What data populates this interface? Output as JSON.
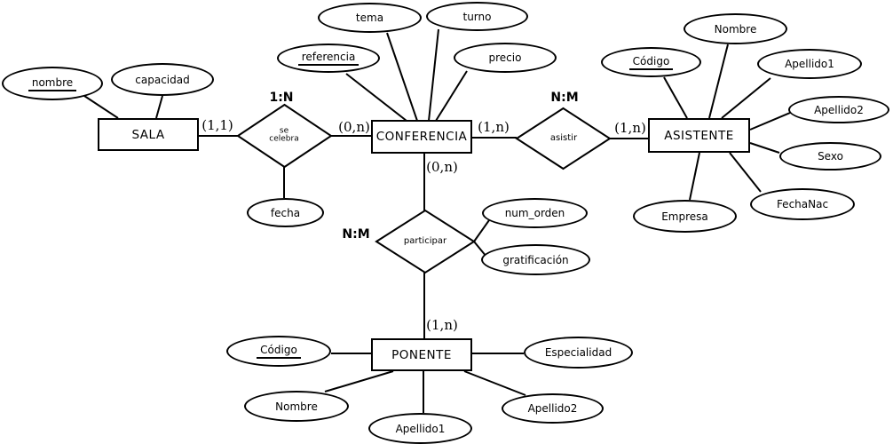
{
  "diagram": {
    "background_color": "#ffffff",
    "line_color": "#000000",
    "entities": [
      {
        "id": "sala",
        "label": "SALA"
      },
      {
        "id": "conferencia",
        "label": "CONFERENCIA"
      },
      {
        "id": "asistente",
        "label": "ASISTENTE"
      },
      {
        "id": "ponente",
        "label": "PONENTE"
      }
    ],
    "relationships": [
      {
        "id": "se-celebra",
        "label": "se celebra",
        "label_line1": "se",
        "label_line2": "celebra",
        "type_label": "1:N"
      },
      {
        "id": "asistir",
        "label": "asistir",
        "type_label": "N:M"
      },
      {
        "id": "participar",
        "label": "participar",
        "type_label": "N:M"
      }
    ],
    "attributes": [
      {
        "id": "sala-nombre",
        "label": "nombre",
        "key": true,
        "owner": "SALA"
      },
      {
        "id": "sala-capacidad",
        "label": "capacidad",
        "key": false,
        "owner": "SALA"
      },
      {
        "id": "se-celebra-fecha",
        "label": "fecha",
        "key": false,
        "owner": "se celebra"
      },
      {
        "id": "conferencia-referencia",
        "label": "referencia",
        "key": true,
        "owner": "CONFERENCIA"
      },
      {
        "id": "conferencia-tema",
        "label": "tema",
        "key": false,
        "owner": "CONFERENCIA"
      },
      {
        "id": "conferencia-turno",
        "label": "turno",
        "key": false,
        "owner": "CONFERENCIA"
      },
      {
        "id": "conferencia-precio",
        "label": "precio",
        "key": false,
        "owner": "CONFERENCIA"
      },
      {
        "id": "participar-num-orden",
        "label": "num_orden",
        "key": false,
        "owner": "participar"
      },
      {
        "id": "participar-gratificacion",
        "label": "gratificación",
        "key": false,
        "owner": "participar"
      },
      {
        "id": "asistente-codigo",
        "label": "Código",
        "key": true,
        "owner": "ASISTENTE"
      },
      {
        "id": "asistente-nombre",
        "label": "Nombre",
        "key": false,
        "owner": "ASISTENTE"
      },
      {
        "id": "asistente-apellido1",
        "label": "Apellido1",
        "key": false,
        "owner": "ASISTENTE"
      },
      {
        "id": "asistente-apellido2",
        "label": "Apellido2",
        "key": false,
        "owner": "ASISTENTE"
      },
      {
        "id": "asistente-sexo",
        "label": "Sexo",
        "key": false,
        "owner": "ASISTENTE"
      },
      {
        "id": "asistente-fechanac",
        "label": "FechaNac",
        "key": false,
        "owner": "ASISTENTE"
      },
      {
        "id": "asistente-empresa",
        "label": "Empresa",
        "key": false,
        "owner": "ASISTENTE"
      },
      {
        "id": "ponente-codigo",
        "label": "Código",
        "key": true,
        "owner": "PONENTE"
      },
      {
        "id": "ponente-especialidad",
        "label": "Especialidad",
        "key": false,
        "owner": "PONENTE"
      },
      {
        "id": "ponente-nombre",
        "label": "Nombre",
        "key": false,
        "owner": "PONENTE"
      },
      {
        "id": "ponente-apellido1",
        "label": "Apellido1",
        "key": false,
        "owner": "PONENTE"
      },
      {
        "id": "ponente-apellido2",
        "label": "Apellido2",
        "key": false,
        "owner": "PONENTE"
      }
    ],
    "cardinalities": [
      {
        "id": "sala-se-celebra",
        "label": "(1,1)"
      },
      {
        "id": "se-celebra-conferencia",
        "label": "(0,n)"
      },
      {
        "id": "conferencia-asistir",
        "label": "(1,n)"
      },
      {
        "id": "asistir-asistente",
        "label": "(1,n)"
      },
      {
        "id": "conferencia-participar",
        "label": "(0,n)"
      },
      {
        "id": "participar-ponente",
        "label": "(1,n)"
      }
    ]
  }
}
